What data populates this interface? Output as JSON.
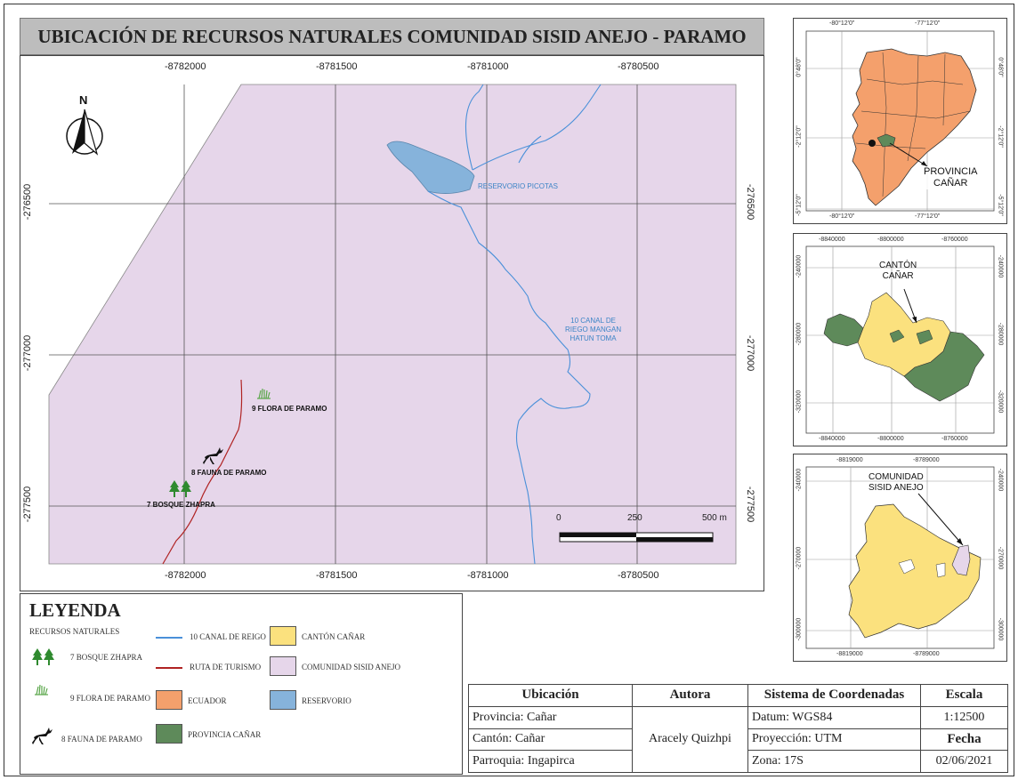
{
  "title": "UBICACIÓN DE RECURSOS NATURALES COMUNIDAD SISID ANEJO - PARAMO",
  "colors": {
    "comunidad": "#e6d6ea",
    "canton": "#fbe17e",
    "ecuador": "#f4a06c",
    "provincia": "#5e8a5a",
    "reservorio": "#86b3db",
    "canal": "#4a90d9",
    "ruta": "#b02323",
    "label_blue": "#3c84c6"
  },
  "main_map": {
    "grid_x_top": [
      "-8782000",
      "-8781500",
      "-8781000",
      "-8780500"
    ],
    "grid_x_bottom": [
      "-8782000",
      "-8781500",
      "-8781000",
      "-8780500"
    ],
    "grid_y": [
      "-276500",
      "-277000",
      "-277500"
    ],
    "north_label": "N",
    "reservoir_label": "RESERVORIO PICOTAS",
    "canal_label_lines": [
      "10 CANAL DE",
      "RIEGO MANGAN",
      "HATUN TOMA"
    ],
    "points": [
      {
        "id": "flora",
        "label": "9 FLORA DE PARAMO",
        "icon": "grass-icon"
      },
      {
        "id": "fauna",
        "label": "8 FAUNA DE PARAMO",
        "icon": "deer-icon"
      },
      {
        "id": "bosque",
        "label": "7 BOSQUE ZHAPRA",
        "icon": "tree-icon"
      }
    ],
    "scale_bar": {
      "labels": [
        "0",
        "250",
        "500 m"
      ]
    }
  },
  "inset_ecuador": {
    "top_ticks": [
      "-80°12'0\"",
      "-77°12'0\""
    ],
    "bottom_ticks": [
      "-80°12'0\"",
      "-77°12'0\""
    ],
    "left_ticks": [
      "0°48'0\"",
      "-2°12'0\"",
      "-5°12'0\""
    ],
    "right_ticks": [
      "0°48'0\"",
      "-2°12'0\"",
      "-5°12'0\""
    ],
    "label_lines": [
      "PROVINCIA",
      "CAÑAR"
    ]
  },
  "inset_provincia": {
    "top_ticks": [
      "-8840000",
      "-8800000",
      "-8760000"
    ],
    "bottom_ticks": [
      "-8840000",
      "-8800000",
      "-8760000"
    ],
    "left_ticks": [
      "-240000",
      "-280000",
      "-320000"
    ],
    "right_ticks": [
      "-240000",
      "-280000",
      "-320000"
    ],
    "label_lines": [
      "CANTÓN",
      "CAÑAR"
    ]
  },
  "inset_canton": {
    "top_ticks": [
      "-8819000",
      "-8789000"
    ],
    "bottom_ticks": [
      "-8819000",
      "-8789000"
    ],
    "left_ticks": [
      "-240000",
      "-270000",
      "-300000"
    ],
    "right_ticks": [
      "-240000",
      "-270000",
      "-300000"
    ],
    "label_lines": [
      "COMUNIDAD",
      "SISID ANEJO"
    ]
  },
  "legend": {
    "title": "LEYENDA",
    "group_label": "RECURSOS NATURALES",
    "points": [
      {
        "label": "7 BOSQUE ZHAPRA",
        "icon": "tree-icon"
      },
      {
        "label": "9 FLORA DE PARAMO",
        "icon": "grass-icon"
      },
      {
        "label": "8 FAUNA DE PARAMO",
        "icon": "deer-icon"
      }
    ],
    "lines": [
      {
        "label": "10 CANAL DE REIGO"
      },
      {
        "label": "RUTA DE TURISMO"
      }
    ],
    "areas": [
      {
        "label": "CANTÓN CAÑAR"
      },
      {
        "label": "COMUNIDAD SISID ANEJO"
      },
      {
        "label": "ECUADOR"
      },
      {
        "label": "RESERVORIO"
      },
      {
        "label": "PROVINCIA CAÑAR"
      }
    ]
  },
  "info_table": {
    "ubicacion_header": "Ubicación",
    "provincia": "Provincia: Cañar",
    "canton": "Cantón: Cañar",
    "parroquia": "Parroquia: Ingapirca",
    "autora_header": "Autora",
    "autora": "Aracely Quizhpi",
    "sistema_header": "Sistema de Coordenadas",
    "datum": "Datum: WGS84",
    "proyeccion": "Proyección: UTM",
    "zona": "Zona: 17S",
    "escala_header": "Escala",
    "escala": "1:12500",
    "fecha_header": "Fecha",
    "fecha": "02/06/2021"
  }
}
